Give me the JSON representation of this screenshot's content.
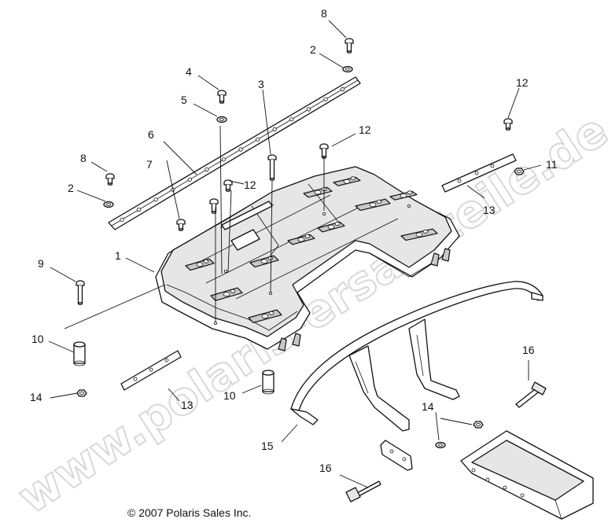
{
  "diagram": {
    "watermark_text": "www.polaris-ersatzteile.de",
    "copyright_text": "© 2007 Polaris Sales Inc.",
    "callouts": {
      "c8_top": "8",
      "c2_top": "2",
      "c4": "4",
      "c3": "3",
      "c5": "5",
      "c12_right": "12",
      "c6": "6",
      "c12_mid": "12",
      "c8_left": "8",
      "c7": "7",
      "c12_center": "12",
      "c11": "11",
      "c2_left": "2",
      "c13_right": "13",
      "c1": "1",
      "c9": "9",
      "c10_left": "10",
      "c16_right": "16",
      "c14_left": "14",
      "c13_bottom": "13",
      "c10_bottom": "10",
      "c14_center": "14",
      "c15": "15",
      "c16_bottom": "16"
    }
  }
}
